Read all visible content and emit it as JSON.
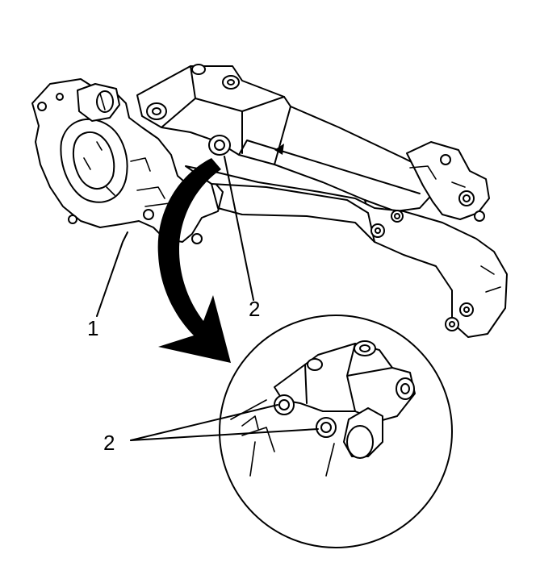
{
  "callouts": {
    "one": "1",
    "two_upper": "2",
    "two_lower": "2"
  },
  "colors": {
    "line": "#000000",
    "background": "#ffffff"
  }
}
